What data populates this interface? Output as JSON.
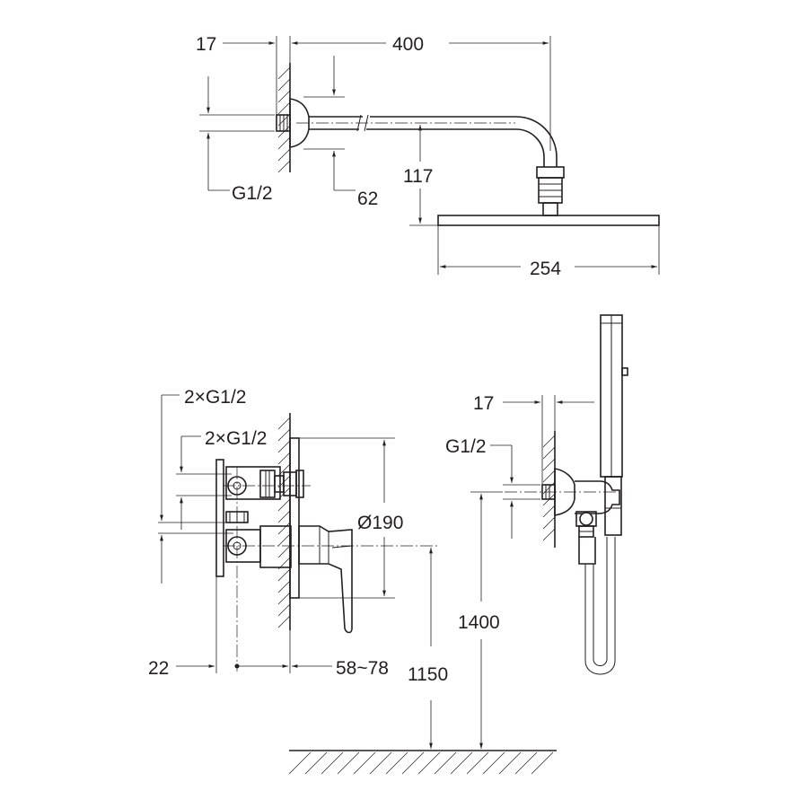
{
  "dimensions": {
    "arm_wall_offset": "17",
    "arm_length": "400",
    "arm_thread": "G1/2",
    "flange_diameter": "62",
    "head_drop": "117",
    "head_width": "254",
    "valve_outlets_upper": "2×G1/2",
    "valve_outlets_lower": "2×G1/2",
    "escutcheon_diameter": "Ø190",
    "valve_depth_a": "22",
    "valve_depth_b": "58~78",
    "valve_height": "1150",
    "handshower_height": "1400",
    "elbow_wall_offset": "17",
    "elbow_thread": "G1/2"
  }
}
